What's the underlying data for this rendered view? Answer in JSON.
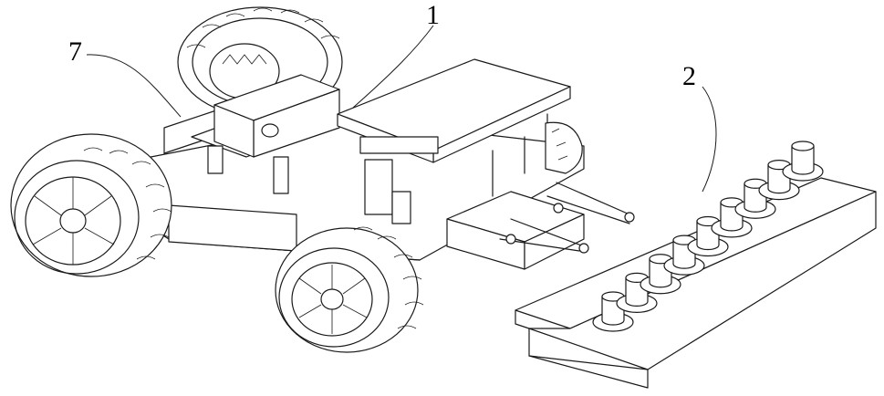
{
  "callouts": [
    {
      "id": "1",
      "label": "1"
    },
    {
      "id": "2",
      "label": "2"
    },
    {
      "id": "7",
      "label": "7"
    }
  ],
  "colors": {
    "line": "#1a1a1a",
    "background": "#ffffff"
  }
}
